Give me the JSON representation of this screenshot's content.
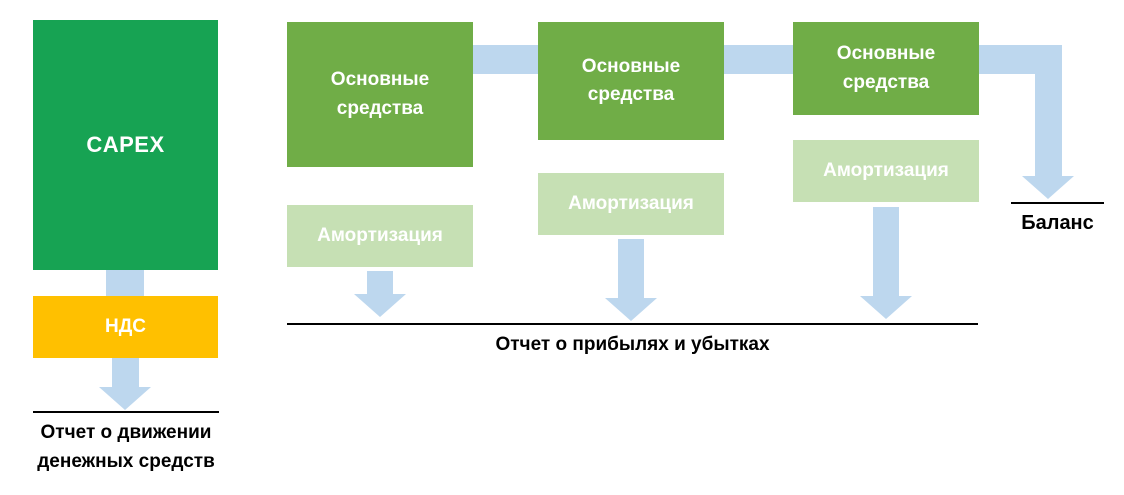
{
  "colors": {
    "capex_green": "#17a353",
    "vat_yellow": "#ffc000",
    "fixed_green": "#70ad47",
    "amort_green": "#c6e0b4",
    "arrow_blue": "#bdd7ee",
    "line_black": "#000000"
  },
  "left_flow": {
    "capex_label": "CAPEX",
    "vat_label": "НДС",
    "statement_line1": "Отчет о движении",
    "statement_line2": "денежных средств"
  },
  "right_flow": {
    "fixed_assets": [
      {
        "label": "Основные средства"
      },
      {
        "label": "Основные средства"
      },
      {
        "label": "Основные средства"
      }
    ],
    "amortization": [
      {
        "label": "Амортизация"
      },
      {
        "label": "Амортизация"
      },
      {
        "label": "Амортизация"
      }
    ],
    "balance_label": "Баланс",
    "pnl_label": "Отчет о прибылях и убытках"
  }
}
